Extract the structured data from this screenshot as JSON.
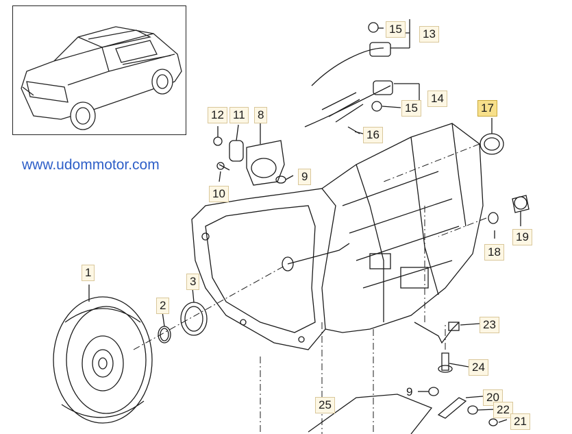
{
  "watermark": "www.udommotor.com",
  "highlight_color": "#f7e08b",
  "label_bg": "#fdf7e4",
  "thumbnail": {
    "icon": "car-suv-icon"
  },
  "callouts": {
    "c1": "1",
    "c2": "2",
    "c3": "3",
    "c8": "8",
    "c9a": "9",
    "c9b": "9",
    "c10": "10",
    "c11": "11",
    "c12": "12",
    "c13": "13",
    "c14": "14",
    "c15a": "15",
    "c15b": "15",
    "c16": "16",
    "c17": "17",
    "c18": "18",
    "c19": "19",
    "c20": "20",
    "c21": "21",
    "c22": "22",
    "c23": "23",
    "c24": "24",
    "c25": "25"
  }
}
